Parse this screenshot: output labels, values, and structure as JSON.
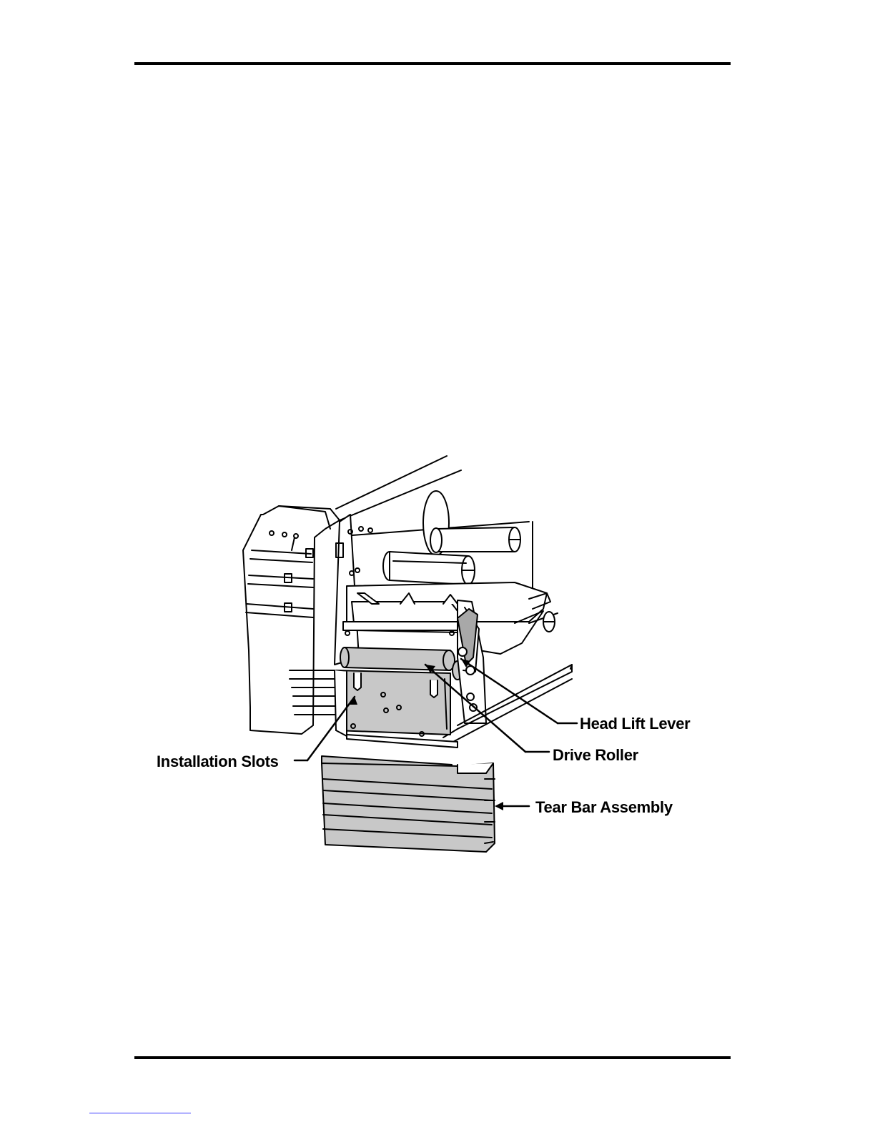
{
  "figure": {
    "callouts": {
      "head_lift_lever": "Head Lift Lever",
      "drive_roller": "Drive Roller",
      "installation_slots": "Installation Slots",
      "tear_bar_assembly": "Tear Bar Assembly"
    }
  },
  "colors": {
    "ink": "#000000",
    "shade": "#c8c8c8",
    "link_line": "#3a3aff"
  }
}
